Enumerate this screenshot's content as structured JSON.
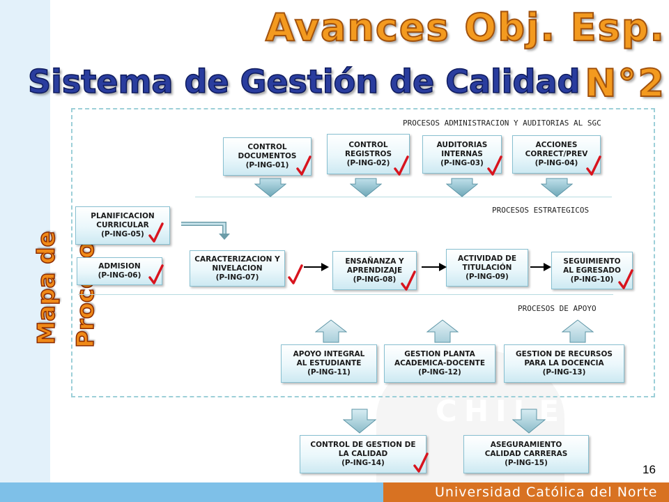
{
  "title": "Avances Obj. Esp. N°2",
  "subtitle": "Sistema de Gestión de Calidad",
  "side_title": "Mapa de Procesos",
  "sections": {
    "admin": "PROCESOS ADMINISTRACION Y AUDITORIAS AL SGC",
    "strategic": "PROCESOS ESTRATEGICOS",
    "support": "PROCESOS DE APOYO"
  },
  "boxes": {
    "ing01": "CONTROL\nDOCUMENTOS\n(P-ING-01)",
    "ing02": "CONTROL\nREGISTROS\n(P-ING-02)",
    "ing03": "AUDITORIAS\nINTERNAS\n(P-ING-03)",
    "ing04": "ACCIONES\nCORRECT/PREV\n(P-ING-04)",
    "ing05": "PLANIFICACION\nCURRICULAR\n(P-ING-05)",
    "ing06": "ADMISION\n(P-ING-06)",
    "ing07": "CARACTERIZACION Y\nNIVELACION\n(P-ING-07)",
    "ing08": "ENSAÑANZA Y\nAPRENDIZAJE\n(P-ING-08)",
    "ing09": "ACTIVIDAD DE\nTITULACIÓN\n(P-ING-09)",
    "ing10": "SEGUIMIENTO\nAL EGRESADO\n(P-ING-10)",
    "ing11": "APOYO INTEGRAL\nAL ESTUDIANTE\n(P-ING-11)",
    "ing12": "GESTION PLANTA\nACADEMICA-DOCENTE\n(P-ING-12)",
    "ing13": "GESTION DE RECURSOS\nPARA LA DOCENCIA\n(P-ING-13)",
    "ing14": "CONTROL DE GESTION DE\nLA CALIDAD\n(P-ING-14)",
    "ing15": "ASEGURAMIENTO\nCALIDAD CARRERAS\n(P-ING-15)"
  },
  "page_number": "16",
  "footer": "Universidad Católica del Norte",
  "watermark": "CHILE",
  "colors": {
    "title_orange": "#f39a1f",
    "title_blue": "#2a3d9e",
    "check_red": "#d8141e",
    "footer_blue": "#7ec0e8",
    "footer_orange": "#d87222"
  }
}
